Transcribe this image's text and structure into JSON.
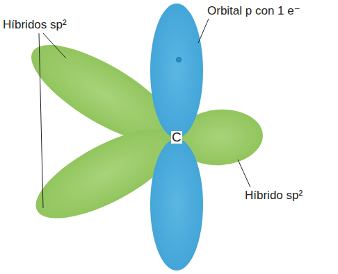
{
  "diagram": {
    "labels": [
      "Orbital p con 1 e⁻",
      "Híbridos sp²",
      "Híbrido sp²",
      "C"
    ]
  }
}
